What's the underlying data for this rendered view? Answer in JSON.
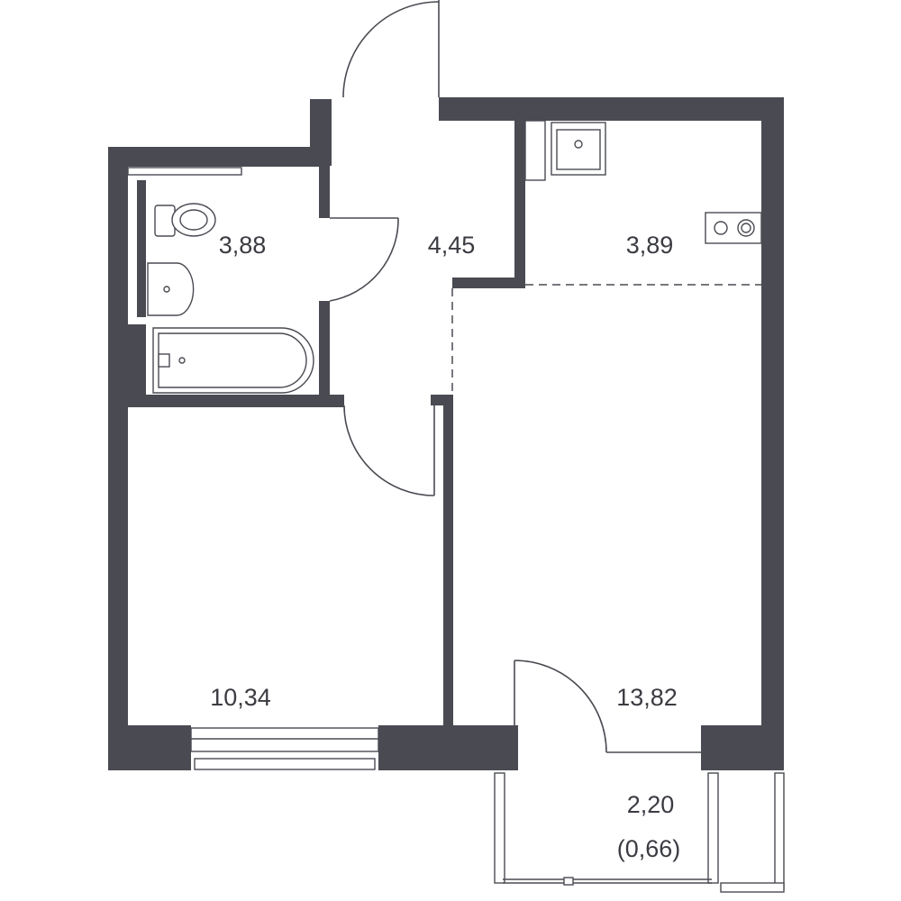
{
  "rooms": {
    "bathroom": {
      "area": "3,88"
    },
    "hallway": {
      "area": "4,45"
    },
    "kitchen": {
      "area": "3,89"
    },
    "bedroom": {
      "area": "10,34"
    },
    "living_room": {
      "area": "13,82"
    },
    "balcony": {
      "area": "2,20",
      "reduced_area": "(0,66)"
    }
  },
  "colors": {
    "wall": "#4a4b52",
    "background": "#ffffff"
  }
}
